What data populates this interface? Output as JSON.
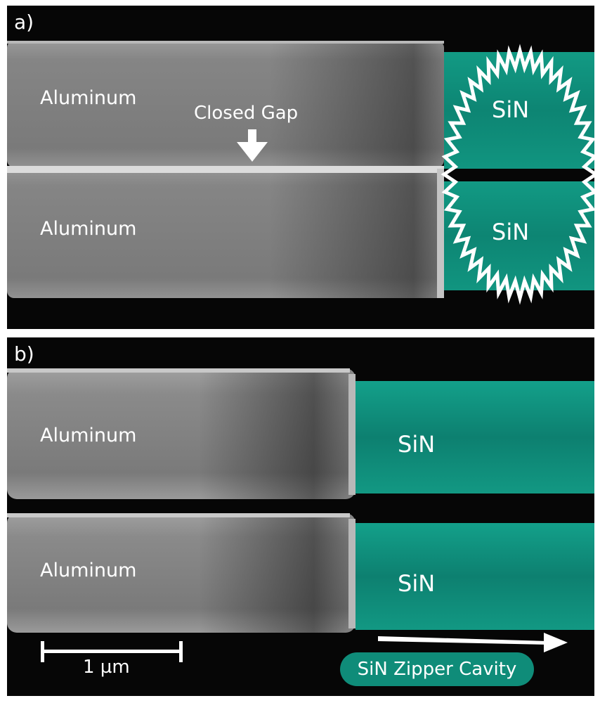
{
  "colors": {
    "sin_fill": "#0f8c79",
    "aluminum_fill": "#8a8a8a",
    "background": "#060606",
    "text": "#ffffff"
  },
  "panel_a": {
    "letter": "a)",
    "aluminum_top": "Aluminum",
    "aluminum_bottom": "Aluminum",
    "sin_top": "SiN",
    "sin_bottom": "SiN",
    "annotation": "Closed Gap",
    "annotation_icon": "arrow-down-icon",
    "highlight_icon": "starburst-outline-icon"
  },
  "panel_b": {
    "letter": "b)",
    "aluminum_top": "Aluminum",
    "aluminum_bottom": "Aluminum",
    "sin_top": "SiN",
    "sin_bottom": "SiN",
    "scale_bar_label": "1 µm",
    "cavity_label": "SiN Zipper Cavity",
    "direction_icon": "arrow-right-icon"
  }
}
